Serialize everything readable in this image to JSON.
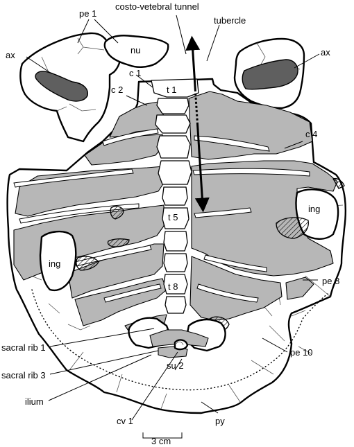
{
  "labels": {
    "pe1": "pe 1",
    "costo_vertebral_tunnel": "costo-vetebral tunnel",
    "tubercle": "tubercle",
    "nu": "nu",
    "ax_left": "ax",
    "ax_right": "ax",
    "c1": "c 1",
    "c2": "c 2",
    "t1": "t 1",
    "c4": "c 4",
    "ing_left": "ing",
    "ing_right": "ing",
    "t5": "t 5",
    "t8": "t 8",
    "pe8": "pe 8",
    "sacral_rib_1": "sacral rib 1",
    "sacral_rib_3": "sacral rib 3",
    "su2": "su 2",
    "pe10": "pe 10",
    "ilium": "ilium",
    "cv1": "cv 1",
    "py": "py",
    "scale_bar": "3 cm"
  },
  "colors": {
    "rib_fill": "#b7b7b7",
    "axillary_fill": "#5f5f5f",
    "outline": "#000000",
    "background": "#ffffff"
  }
}
